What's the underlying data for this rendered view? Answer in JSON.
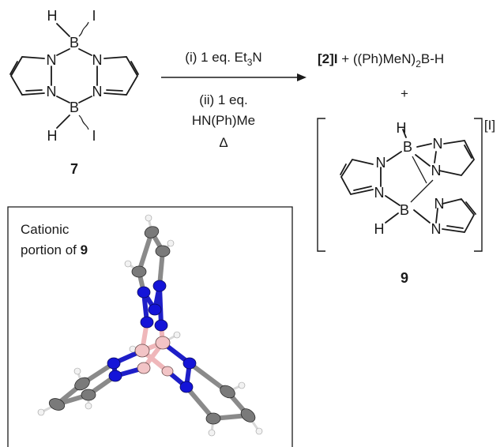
{
  "reactant": {
    "atoms": {
      "B": "B",
      "N": "N",
      "H": "H",
      "I": "I"
    },
    "label": "7"
  },
  "conditions": {
    "step1_prefix": "(i) 1 eq. Et",
    "step1_sub": "3",
    "step1_suffix": "N",
    "step2_line1": "(ii) 1 eq.",
    "step2_line2": "HN(Ph)Me",
    "step2_line3": "Δ"
  },
  "products": {
    "product1_bold": "[2]I",
    "product1_rest": " + ((Ph)MeN)",
    "product1_sub": "2",
    "product1_tail": "B-H",
    "plus": "+",
    "counterion": "[I]",
    "label": "9"
  },
  "structure_panel": {
    "caption_line1": "Cationic",
    "caption_line2_prefix": "portion of ",
    "caption_line2_bold": "9"
  },
  "colors": {
    "nitrogen": "#1414d8",
    "carbon": "#7a7a7a",
    "boron": "#f2c4c6",
    "hydrogen": "#f2f2f2"
  }
}
